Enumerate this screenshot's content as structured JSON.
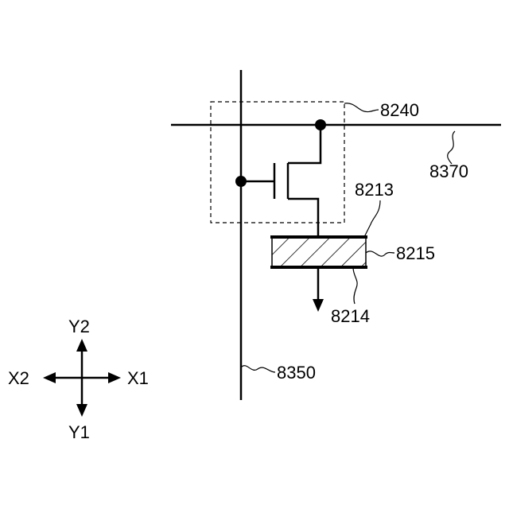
{
  "labels": {
    "ref_8240": "8240",
    "ref_8370": "8370",
    "ref_8213": "8213",
    "ref_8215": "8215",
    "ref_8214": "8214",
    "ref_8350": "8350"
  },
  "axes": {
    "y2": "Y2",
    "y1": "Y1",
    "x1": "X1",
    "x2": "X2"
  }
}
